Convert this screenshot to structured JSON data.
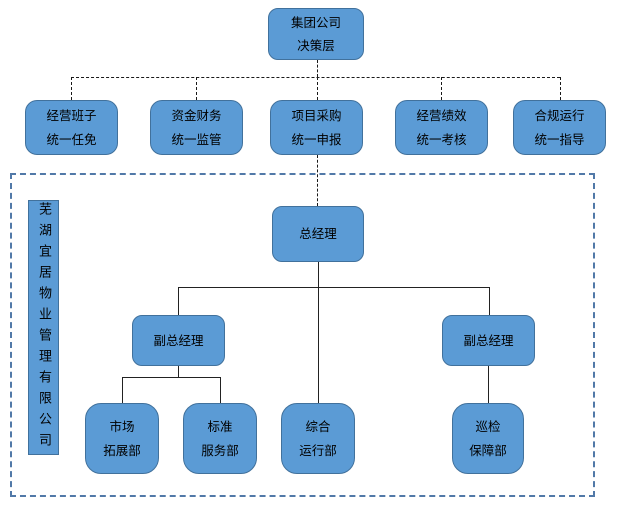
{
  "diagram_type": "org-chart",
  "colors": {
    "node_fill": "#5B9BD5",
    "node_border": "#41719C",
    "frame_border": "#5179A8",
    "connector": "#1A1A1A"
  },
  "top_box": {
    "line1": "集团公司",
    "line2": "决策层"
  },
  "oversight": [
    {
      "line1": "经营班子",
      "line2": "统一任免"
    },
    {
      "line1": "资金财务",
      "line2": "统一监管"
    },
    {
      "line1": "项目采购",
      "line2": "统一申报"
    },
    {
      "line1": "经营绩效",
      "line2": "统一考核"
    },
    {
      "line1": "合规运行",
      "line2": "统一指导"
    }
  ],
  "company": {
    "name": "芜湖宜居物业管理有限公司"
  },
  "management": {
    "general_manager": "总经理",
    "deputy_gm_left": "副总经理",
    "deputy_gm_right": "副总经理"
  },
  "departments": [
    {
      "line1": "市场",
      "line2": "拓展部"
    },
    {
      "line1": "标准",
      "line2": "服务部"
    },
    {
      "line1": "综合",
      "line2": "运行部"
    },
    {
      "line1": "巡检",
      "line2": "保障部"
    }
  ]
}
